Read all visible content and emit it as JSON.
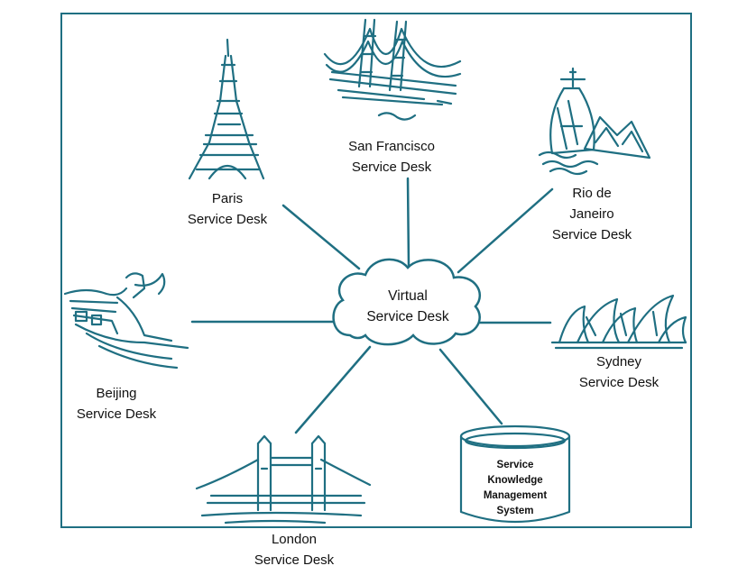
{
  "colors": {
    "accent": "#1f6f82",
    "frame": "#1f6f82",
    "text": "#111111"
  },
  "hub": {
    "lines": [
      "Virtual",
      "Service Desk"
    ]
  },
  "desks": {
    "san_francisco": {
      "lines": [
        "San Francisco",
        "Service Desk"
      ],
      "icon": "golden-gate-bridge-icon"
    },
    "paris": {
      "lines": [
        "Paris",
        "Service Desk"
      ],
      "icon": "eiffel-tower-icon"
    },
    "rio": {
      "lines": [
        "Rio de",
        "Janeiro",
        "Service Desk"
      ],
      "icon": "christ-the-redeemer-icon"
    },
    "sydney": {
      "lines": [
        "Sydney",
        "Service Desk"
      ],
      "icon": "opera-house-icon"
    },
    "beijing": {
      "lines": [
        "Beijing",
        "Service Desk"
      ],
      "icon": "great-wall-icon"
    },
    "london": {
      "lines": [
        "London",
        "Service Desk"
      ],
      "icon": "tower-bridge-icon"
    }
  },
  "skms": {
    "lines": [
      "Service",
      "Knowledge",
      "Management",
      "System"
    ],
    "icon": "database-icon"
  }
}
